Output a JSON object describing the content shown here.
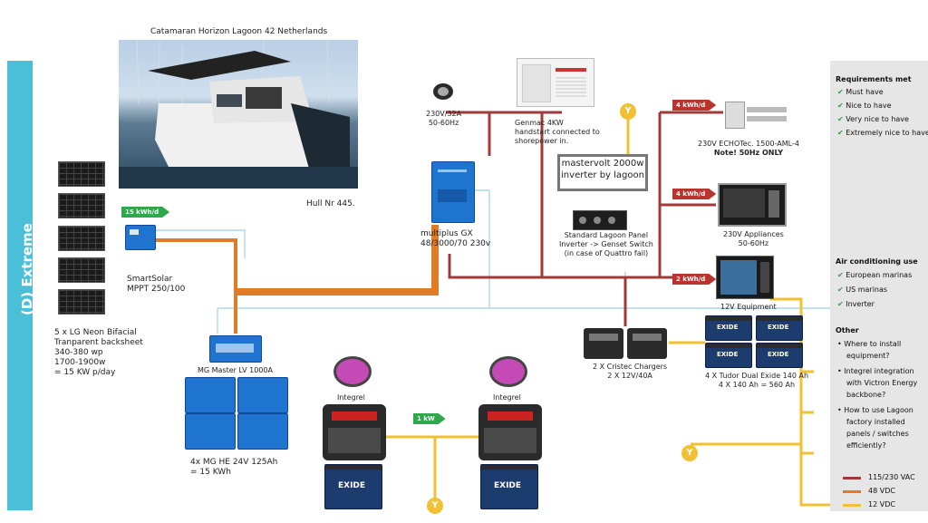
{
  "side_label": "(D) Extreme",
  "photo": {
    "caption": "Catamaran Horizon Lagoon 42 Netherlands",
    "hull": "Hull Nr 445."
  },
  "solar": {
    "arrow": "15 kWh/d",
    "controller_label": [
      "SmartSolar",
      "MPPT 250/100"
    ],
    "panels_label": [
      "5 x LG Neon Bifacial",
      "Tranparent backsheet",
      "340-380 wp",
      "1700-1900w",
      "= 15 KW p/day"
    ]
  },
  "shore": {
    "label": [
      "230V/32A",
      "50-60Hz"
    ]
  },
  "genset": {
    "label": [
      "Genmac 4KW",
      "handstart connected to",
      "shorepower in."
    ]
  },
  "mastervolt": {
    "label": [
      "mastervolt 2000w",
      "inverter by lagoon"
    ]
  },
  "multiplus": {
    "label": [
      "multiplus GX",
      "48/3000/70 230v"
    ]
  },
  "lagoon_panel": {
    "label": [
      "Standard Lagoon Panel",
      "Inverter -> Genset Switch",
      "(in case of Quattro fail)"
    ]
  },
  "watermaker": {
    "arrow": "4 kWh/d",
    "label": [
      "230V ECHOTec. 1500-AML-4",
      "Note! 50Hz ONLY"
    ]
  },
  "appliances": {
    "arrow": "4 kWh/d",
    "label": [
      "230V Appliances",
      "50-60Hz"
    ]
  },
  "equipment12": {
    "arrow": "2 kWh/d",
    "label": "12V Equipment"
  },
  "mg_master": {
    "label": "MG Master LV 1000A"
  },
  "mg_batteries": {
    "label": [
      "4x MG HE 24V 125Ah",
      "= 15 KWh"
    ]
  },
  "integrel": {
    "left": "Integrel",
    "right": "Integrel",
    "arrow": "1 kW"
  },
  "chargers": {
    "label": [
      "2 X Cristec Chargers",
      "2 X 12V/40A"
    ]
  },
  "tudor": {
    "label": [
      "4 X Tudor Dual Exide 140 Ah",
      "4 X 140 Ah = 560 Ah"
    ]
  },
  "battery_brand": "EXIDE",
  "y_marker": "Y",
  "requirements": {
    "title": "Requirements met",
    "items": [
      "Must have",
      "Nice to have",
      "Very nice to have",
      "Extremely nice to have"
    ],
    "aircon_title": "Air conditioning use",
    "aircon_items": [
      "European marinas",
      "US marinas",
      "Inverter"
    ],
    "other_title": "Other",
    "other_items": [
      "Where to install",
      "equipment?",
      "Integrel integration",
      "with Victron Energy",
      "backbone?",
      "How to use Lagoon",
      "factory installed",
      "panels / switches",
      "efficiently?"
    ]
  },
  "legend": [
    {
      "label": "115/230 VAC",
      "color": "#a33a3a"
    },
    {
      "label": "48 VDC",
      "color": "#e07b28"
    },
    {
      "label": "12 VDC",
      "color": "#f2c033"
    }
  ],
  "colors": {
    "ac": "#a33a3a",
    "dc48": "#e07b28",
    "dc12": "#f2c033",
    "data": "#9fd0e8",
    "accent": "#4bbfd8"
  }
}
